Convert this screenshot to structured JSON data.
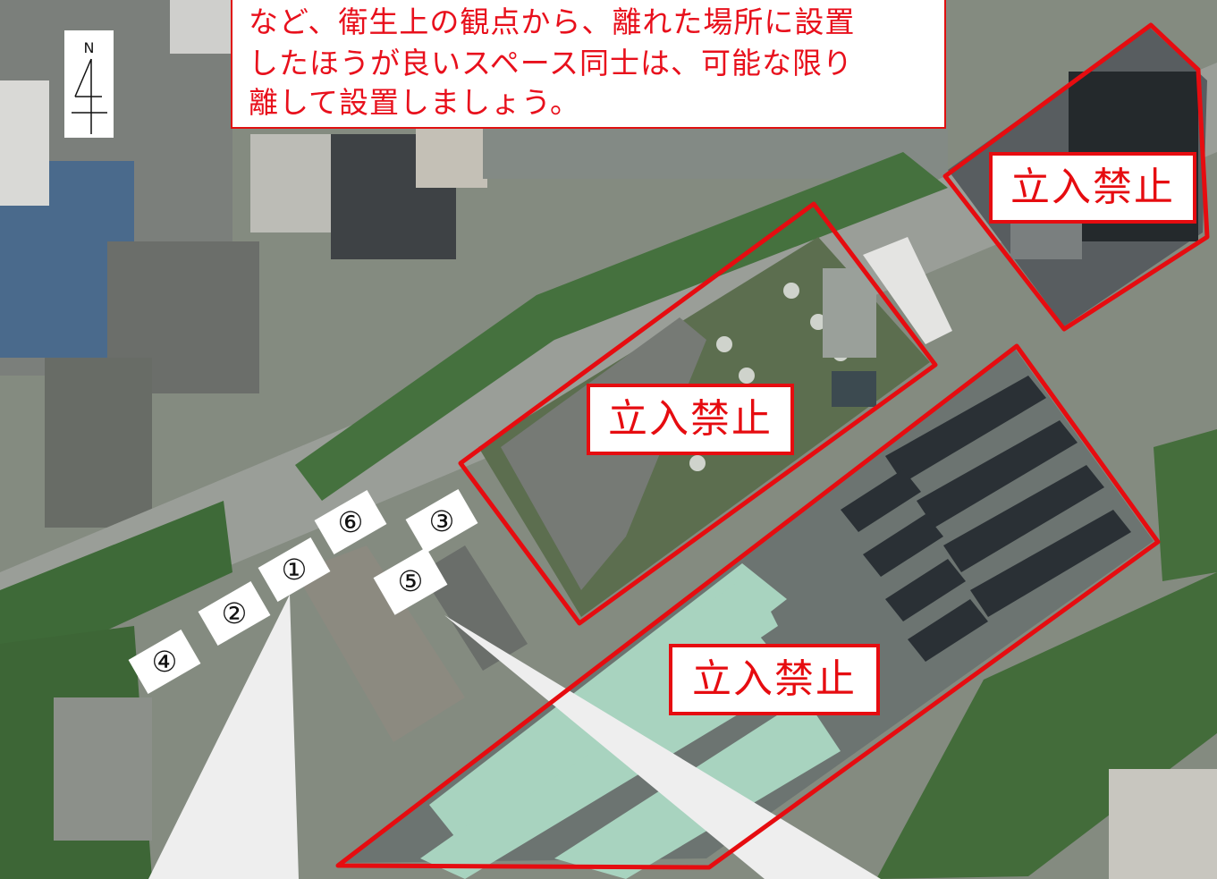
{
  "notice": {
    "lines": [
      "など、衛生上の観点から、離れた場所に設置",
      "したほうが良いスペース同士は、可能な限り",
      "離して設置しましょう。"
    ]
  },
  "compass": {
    "label": "N"
  },
  "restricted_areas": {
    "northeast": {
      "label": "立入禁止"
    },
    "middle": {
      "label": "立入禁止"
    },
    "south": {
      "label": "立入禁止"
    }
  },
  "facility_markers": [
    {
      "id": "1",
      "label": "①"
    },
    {
      "id": "2",
      "label": "②"
    },
    {
      "id": "3",
      "label": "③"
    },
    {
      "id": "4",
      "label": "④"
    },
    {
      "id": "5",
      "label": "⑤"
    },
    {
      "id": "6",
      "label": "⑥"
    }
  ],
  "colors": {
    "restricted_outline": "#e60c10",
    "notice_text": "#e8101c",
    "marker_bg": "#ffffff",
    "callout_beam": "#eeeeee"
  }
}
